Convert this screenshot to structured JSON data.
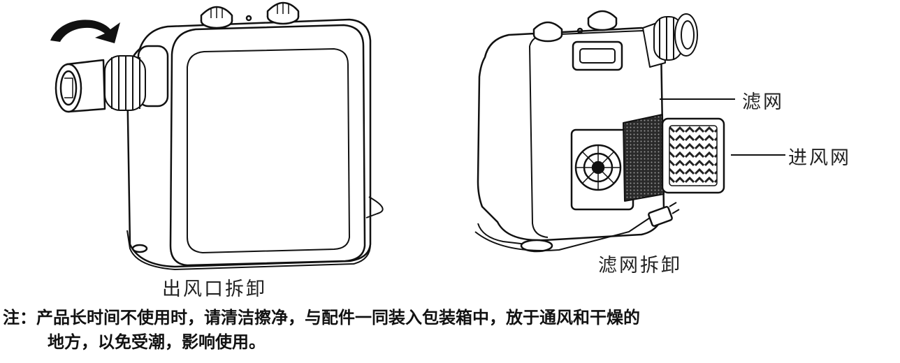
{
  "figure_left": {
    "caption": "出风口拆卸"
  },
  "figure_right": {
    "caption": "滤网拆卸",
    "callout_filter": "滤网",
    "callout_intake": "进风网"
  },
  "note": {
    "line1": "注：产品长时间不使用时，请清洁擦净，与配件一同装入包装箱中，放于通风和干燥的",
    "line2": "地方，以免受潮，影响使用。"
  }
}
